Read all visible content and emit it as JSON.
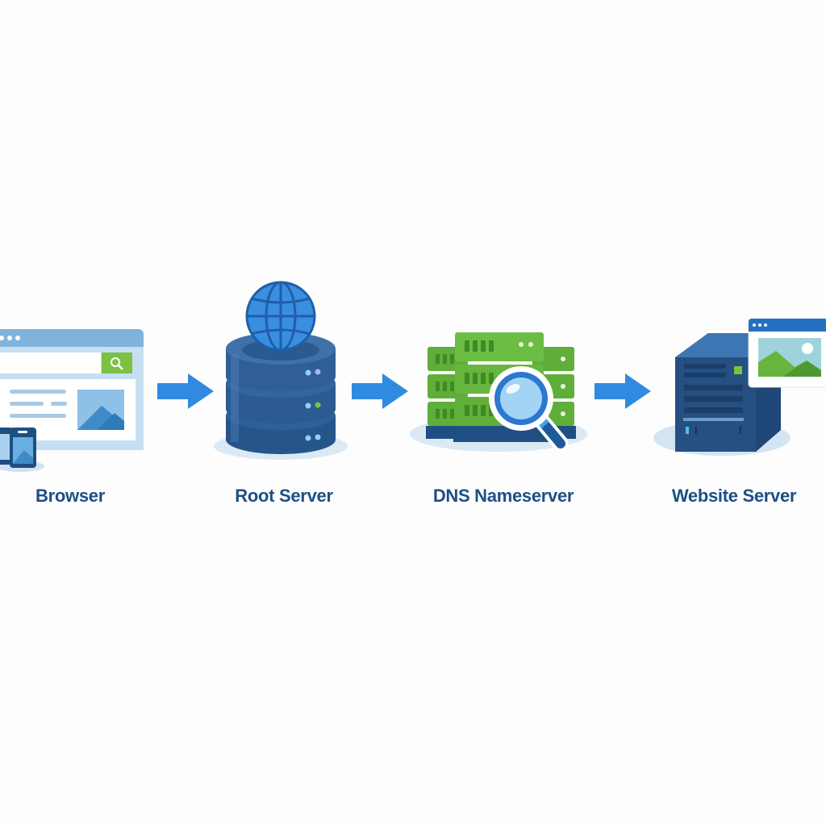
{
  "diagram": {
    "type": "flow",
    "direction": "left-to-right",
    "nodes": [
      {
        "id": "browser",
        "label": "Browser",
        "icon": "browser-window-icon"
      },
      {
        "id": "root",
        "label": "Root Server",
        "icon": "database-globe-icon"
      },
      {
        "id": "dns",
        "label": "DNS Nameserver",
        "icon": "server-rack-magnifier-icon"
      },
      {
        "id": "web",
        "label": "Website Server",
        "icon": "server-tower-webpage-icon"
      }
    ],
    "edges": [
      {
        "from": "browser",
        "to": "root"
      },
      {
        "from": "root",
        "to": "dns"
      },
      {
        "from": "dns",
        "to": "web"
      }
    ],
    "colors": {
      "label": "#1d4f85",
      "arrow": "#2f8ae0",
      "server_blue": "#2f5f94",
      "dns_green": "#5fae3a",
      "accent_green": "#7cc242",
      "globe": "#3a8ee0"
    }
  }
}
